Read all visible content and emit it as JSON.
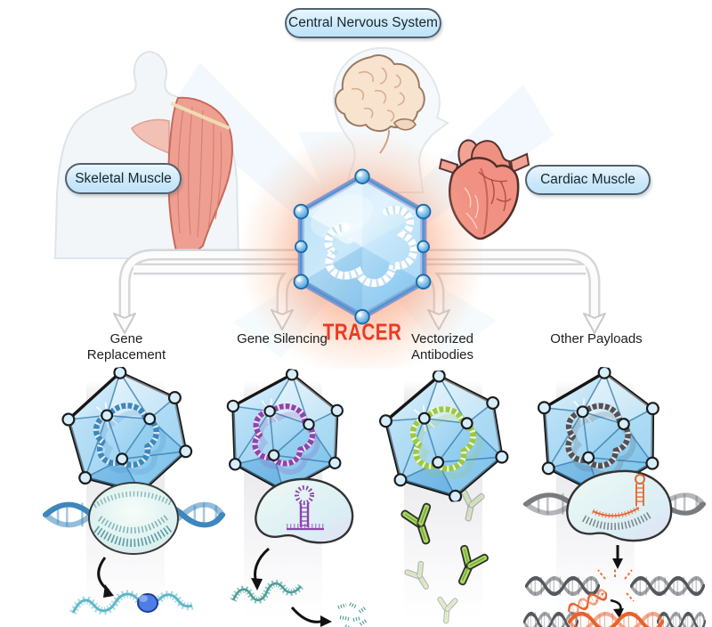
{
  "figure": {
    "center_label": "TRACER"
  },
  "colors": {
    "tracer_red": "#ed3a22",
    "pill_bg": "#cbe8fa",
    "pill_border": "#51626e",
    "capsid_blue": "#7cc2ee",
    "glow_orange": "#f3602d"
  },
  "targets": [
    {
      "label": "Central Nervous System"
    },
    {
      "label": "Skeletal Muscle"
    },
    {
      "label": "Cardiac Muscle"
    }
  ],
  "payloads": [
    {
      "label": "Gene Replacement",
      "dna_color": "#3d87bd"
    },
    {
      "label": "Gene Silencing",
      "dna_color": "#8e44ad"
    },
    {
      "label": "Vectorized Antibodies",
      "dna_color": "#9cc93f"
    },
    {
      "label": "Other Payloads",
      "dna_color": "#4f5257"
    }
  ]
}
